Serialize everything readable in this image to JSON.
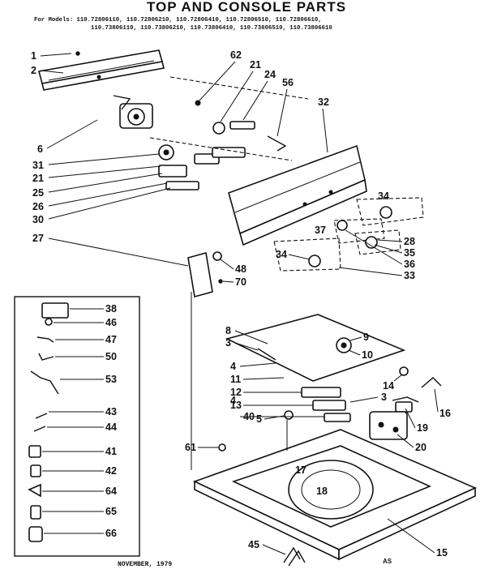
{
  "title": "TOP AND CONSOLE PARTS",
  "models_line1": "For Models: 110.72806110, 110.72806210, 110.72806410, 110.72806510, 110.72806610,",
  "models_line2": "110.73806110, 110.73806210, 110.73806410, 110.73806510, 110.73806610",
  "date": "NOVEMBER, 1979",
  "code": "AS",
  "labels": [
    "1",
    "2",
    "6",
    "31",
    "21",
    "25",
    "26",
    "30",
    "27",
    "62",
    "21",
    "24",
    "56",
    "32",
    "34",
    "28",
    "35",
    "36",
    "33",
    "37",
    "34",
    "48",
    "70",
    "38",
    "46",
    "47",
    "50",
    "53",
    "43",
    "44",
    "41",
    "42",
    "64",
    "65",
    "66",
    "8",
    "3",
    "4",
    "11",
    "12",
    "13",
    "4",
    "40",
    "5",
    "61",
    "9",
    "10",
    "14",
    "3",
    "16",
    "19",
    "20",
    "15",
    "17",
    "18",
    "45"
  ]
}
